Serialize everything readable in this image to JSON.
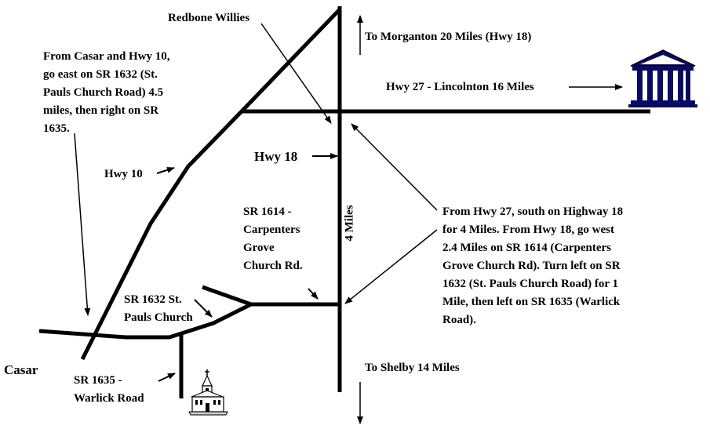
{
  "labels": {
    "redbone_willies": "Redbone Willies",
    "to_morganton": "To Morganton 20 Miles (Hwy 18)",
    "hwy27_lincolnton": "Hwy 27 - Lincolnton 16 Miles",
    "hwy18": "Hwy 18",
    "hwy10": "Hwy 10",
    "four_miles": "4 Miles",
    "sr1614": [
      "SR 1614 -",
      "Carpenters",
      "Grove",
      "Church Rd."
    ],
    "sr1632": [
      "SR 1632 St.",
      "Pauls Church"
    ],
    "casar": "Casar",
    "sr1635": [
      "SR 1635 -",
      "Warlick Road"
    ],
    "to_shelby": "To Shelby 14 Miles"
  },
  "directions": {
    "from_casar": [
      "From Casar and Hwy 10,",
      "go east on SR 1632 (St.",
      "Pauls Church Road) 4.5",
      "miles, then right on SR",
      "1635."
    ],
    "from_hwy27": [
      "From Hwy 27, south on Highway 18",
      "for 4 Miles.  From Hwy 18, go west",
      "2.4 Miles on SR 1614 (Carpenters",
      "Grove Church Rd).  Turn left on SR",
      "1632 (St. Pauls Church Road) for 1",
      "Mile, then left on SR 1635 (Warlick",
      "Road)."
    ]
  },
  "icons": {
    "courthouse": "courthouse-icon",
    "church": "church-icon"
  },
  "colors": {
    "ink": "#000000",
    "courthouse_fill": "#0a0a60",
    "background": "#ffffff"
  }
}
